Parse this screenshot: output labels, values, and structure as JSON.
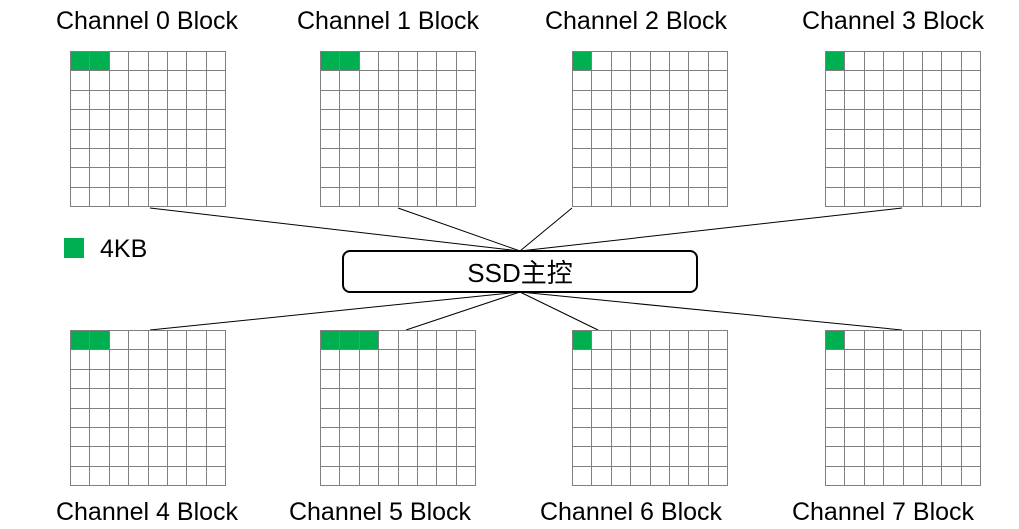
{
  "colors": {
    "filled": "#00b050",
    "grid_line": "#7f7f7f",
    "wire": "#000000"
  },
  "legend": {
    "swatch_color": "#00b050",
    "label": "4KB"
  },
  "controller": {
    "label": "SSD主控"
  },
  "grid": {
    "rows": 8,
    "cols": 8
  },
  "blocks": [
    {
      "label": "Channel 0 Block",
      "filled_cells": 2
    },
    {
      "label": "Channel 1 Block",
      "filled_cells": 2
    },
    {
      "label": "Channel 2 Block",
      "filled_cells": 1
    },
    {
      "label": "Channel 3 Block",
      "filled_cells": 1
    },
    {
      "label": "Channel 4 Block",
      "filled_cells": 2
    },
    {
      "label": "Channel 5 Block",
      "filled_cells": 3
    },
    {
      "label": "Channel 6 Block",
      "filled_cells": 1
    },
    {
      "label": "Channel 7 Block",
      "filled_cells": 1
    }
  ]
}
